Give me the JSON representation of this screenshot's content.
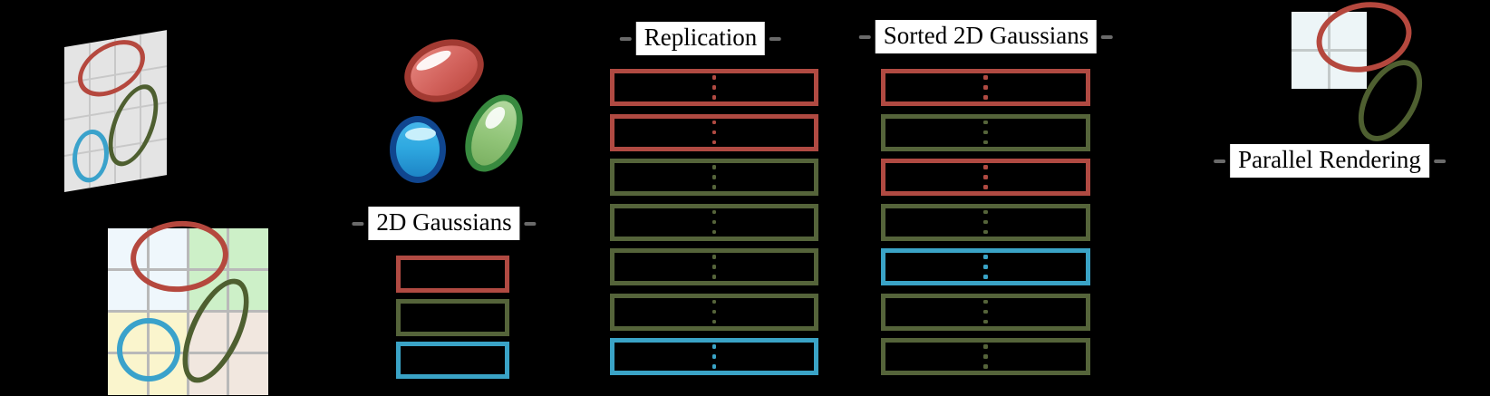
{
  "labels": {
    "gaussians_2d": "2D Gaussians",
    "replication": "Replication",
    "sorted_gaussians": "Sorted 2D Gaussians",
    "parallel_rendering": "Parallel Rendering"
  },
  "columns": {
    "gaussian_list": {
      "dots": false,
      "rows": [
        "red",
        "olive",
        "blue"
      ]
    },
    "replication": {
      "dots": true,
      "rows": [
        "red",
        "red",
        "olive",
        "olive",
        "olive",
        "olive",
        "blue"
      ]
    },
    "sorted": {
      "dots": true,
      "rows": [
        "red",
        "olive",
        "red",
        "olive",
        "blue",
        "olive",
        "olive"
      ]
    }
  },
  "colors": {
    "red": "#b04a42",
    "olive": "#55643a",
    "blue": "#3aa3c6",
    "stroke-red": "#b5483e",
    "stroke-green": "#4e5f30",
    "stroke-blue": "#3aa2cb",
    "blob-red-fill": "#d2625c",
    "blob-red-border": "#a23a32",
    "blob-blue-fill": "#2fa9e1",
    "blob-blue-border": "#10468f",
    "blob-green-fill": "#92c579",
    "blob-green-border": "#388a3f",
    "plane-fill": "#e4e4e4",
    "plane-line": "#c8c8c8",
    "grid-line": "#b9b9b9",
    "quad-tl": "#eff7fc",
    "quad-tr": "#cdf0c8",
    "quad-bl": "#faf5cd",
    "quad-br": "#f1e7df",
    "tile-fill": "#edf5f7",
    "tile-line": "#c4caca",
    "label-bg": "#ffffff",
    "label-text": "#000000",
    "dash": "#6a6a6a"
  }
}
